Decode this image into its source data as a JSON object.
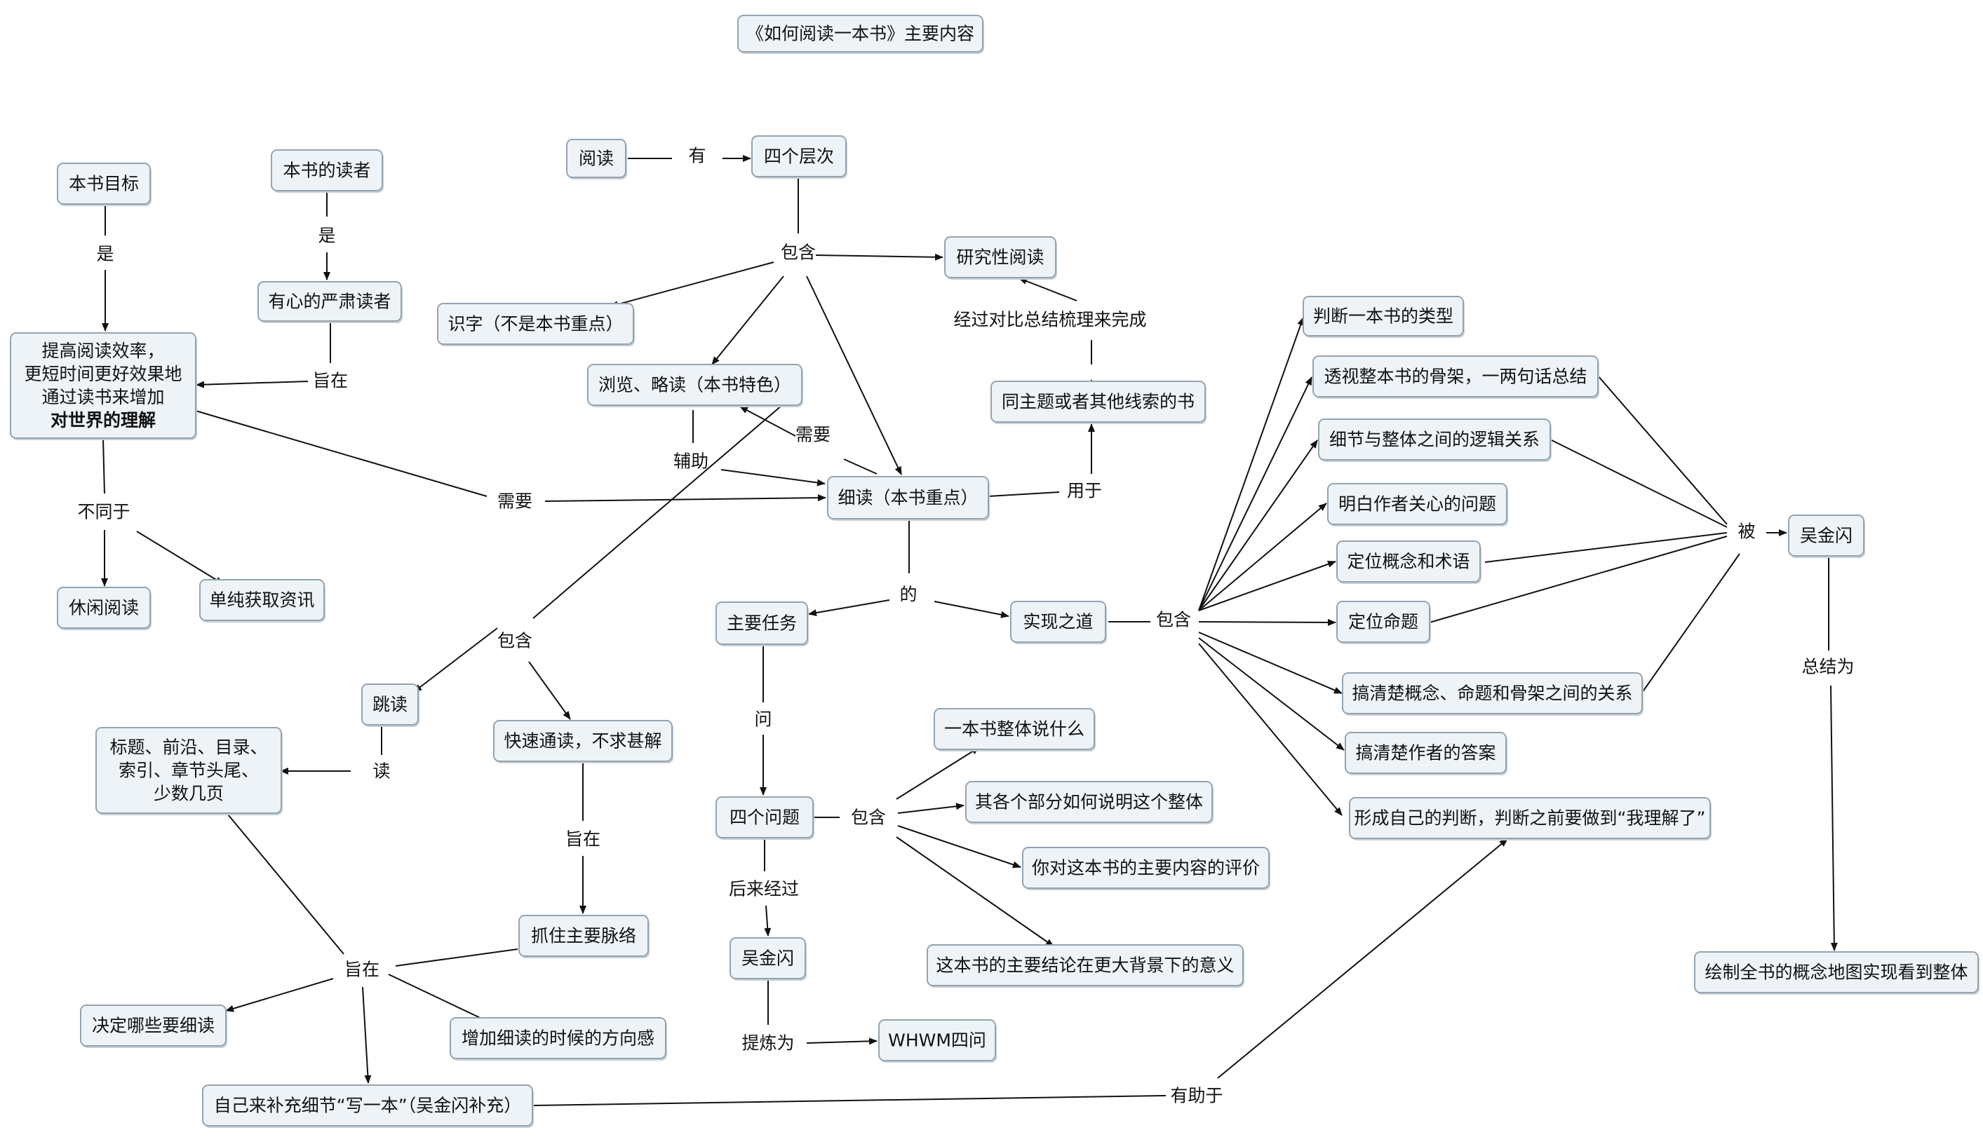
{
  "nodes": {
    "title": "《如何阅读一本书》主要内容",
    "goal": "本书目标",
    "readers": "本书的读者",
    "serious_reader": "有心的严肃读者",
    "goal_content": [
      "提高阅读效率，",
      "更短时间更好效果地",
      "通过读书来增加",
      "对世界的理解"
    ],
    "leisure": "休闲阅读",
    "info": "单纯获取资讯",
    "reading": "阅读",
    "four_levels": "四个层次",
    "research": "研究性阅读",
    "literacy": "识字（不是本书重点）",
    "browse": "浏览、略读（本书特色）",
    "same_theme": "同主题或者其他线索的书",
    "intensive": "细读（本书重点）",
    "main_task": "主要任务",
    "method": "实现之道",
    "skip": "跳读",
    "titles": [
      "标题、前沿、目录、",
      "索引、章节头尾、",
      "少数几页"
    ],
    "fast": "快速通读，不求甚解",
    "four_questions": "四个问题",
    "grasp": "抓住主要脉络",
    "wu1": "吴金闪",
    "whwm": "WHWM四问",
    "decide": "决定哪些要细读",
    "direction": "增加细读的时候的方向感",
    "write": "自己来补充细节“写一本”（吴金闪补充）",
    "q1": "一本书整体说什么",
    "q2": "其各个部分如何说明这个整体",
    "q3": "你对这本书的主要内容的评价",
    "q4": "这本书的主要结论在更大背景下的意义",
    "m1": "判断一本书的类型",
    "m2": "透视整本书的骨架，一两句话总结",
    "m3": "细节与整体之间的逻辑关系",
    "m4": "明白作者关心的问题",
    "m5": "定位概念和术语",
    "m6": "定位命题",
    "m7": "搞清楚概念、命题和骨架之间的关系",
    "m8": "搞清楚作者的答案",
    "m9": "形成自己的判断，判断之前要做到“我理解了”",
    "wu2": "吴金闪",
    "map": "绘制全书的概念地图实现看到整体"
  },
  "labels": {
    "is1": "是",
    "is2": "是",
    "aim1": "旨在",
    "differ": "不同于",
    "need1": "需要",
    "have": "有",
    "contain1": "包含",
    "done_by": "经过对比总结梳理来完成",
    "need2": "需要",
    "assist": "辅助",
    "use_for": "用于",
    "of": "的",
    "contain2": "包含",
    "contain3": "包含",
    "ask": "问",
    "read": "读",
    "aim2": "旨在",
    "contain4": "包含",
    "later": "后来经过",
    "refine": "提炼为",
    "aim3": "旨在",
    "helps": "有助于",
    "by": "被",
    "summarize": "总结为"
  },
  "colors": {
    "node_fill": "#eef3f7",
    "node_border": "#93a4b1",
    "line": "#111111"
  }
}
